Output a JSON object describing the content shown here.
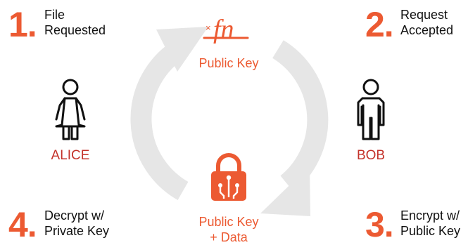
{
  "steps": [
    {
      "number": "1.",
      "line1": "File",
      "line2": "Requested"
    },
    {
      "number": "2.",
      "line1": "Request",
      "line2": "Accepted"
    },
    {
      "number": "3.",
      "line1": "Encrypt w/",
      "line2": "Public Key"
    },
    {
      "number": "4.",
      "line1": "Decrypt w/",
      "line2": "Private Key"
    }
  ],
  "signature_logo": {
    "mark": "×",
    "text": "fn"
  },
  "public_key_label": "Public Key",
  "data_label": {
    "line1": "Public Key",
    "line2": "+ Data"
  },
  "people": {
    "alice": {
      "name": "ALICE",
      "icon": "female-person-icon"
    },
    "bob": {
      "name": "BOB",
      "icon": "male-person-icon"
    }
  },
  "colors": {
    "accent": "#ec5a32",
    "name_red": "#c4322a",
    "arrow_gray": "#e6e6e6",
    "text": "#111111"
  }
}
